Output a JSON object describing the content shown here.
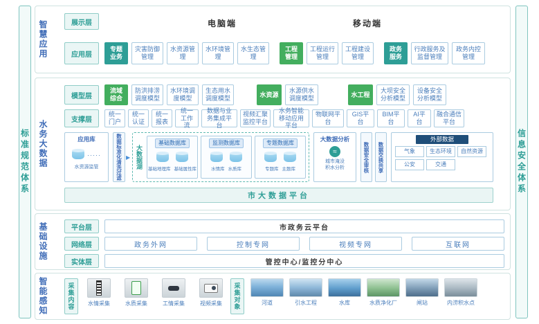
{
  "pillars": {
    "left": "标准规范体系",
    "right": "信息安全体系"
  },
  "icons": {
    "arrow": "▶",
    "wave": "≈"
  },
  "smart_app": {
    "title": "智慧应用",
    "display": {
      "label": "展示层",
      "pc": "电脑端",
      "mobile": "移动端"
    },
    "app": {
      "label": "应用层",
      "lead1": "专题业务",
      "items1": [
        "灾害防御管理",
        "水资源管理",
        "水环境管理",
        "水生态管理"
      ],
      "lead2": "工程管理",
      "items2": [
        "工程运行管理",
        "工程建设管理"
      ],
      "lead3": "政务服务",
      "items3": [
        "行政服务及监督管理",
        "政务内控管理"
      ]
    }
  },
  "big_data": {
    "title": "水务大数据",
    "model": {
      "label": "模型层",
      "lead1": "流域综合",
      "items1": [
        "防洪排涝调度模型",
        "水环境调度模型",
        "生态用水调度模型"
      ],
      "lead2": "水资源",
      "items2": [
        "水源供水调度模型"
      ],
      "lead3": "水工程",
      "items3": [
        "大坝安全分析模型",
        "设备安全分析模型"
      ]
    },
    "support": {
      "label": "支撑层",
      "items": [
        "统一门户",
        "统一认证",
        "统一报表",
        "统一工作流",
        "数据与业务集成平台",
        "视频汇聚监控平台",
        "水务智能移动应用平台",
        "物联网平台",
        "GIS平台",
        "BIM平台",
        "AI平台",
        "融合通信平台"
      ]
    },
    "flow": {
      "app_store": {
        "title": "应用库",
        "dots": "·····",
        "caption": "水资源监管"
      },
      "cleanse": "数据标准化清洗过滤",
      "lake": {
        "label": "大数据湖",
        "groups": [
          {
            "title": "基础数据库",
            "captions": [
              "基础地理库",
              "基础属性库"
            ]
          },
          {
            "title": "监测数据库",
            "captions": [
              "水情库",
              "水质库"
            ]
          },
          {
            "title": "专题数据库",
            "captions": [
              "专题库",
              "主题库"
            ]
          }
        ]
      },
      "analysis": {
        "title": "大数据分析",
        "caption": "城市淹没积水分析"
      },
      "audit": "数据安全审核",
      "exchange": "数据交换共享",
      "external": {
        "title": "外部数据",
        "items": [
          "气象",
          "生态环境",
          "自然资源",
          "公安",
          "交通"
        ]
      },
      "bar": "市大数据平台"
    }
  },
  "infra": {
    "title": "基础设施",
    "platform": {
      "label": "平台层",
      "item": "市政务云平台"
    },
    "network": {
      "label": "网络层",
      "items": [
        "政务外网",
        "控制专网",
        "视频专网",
        "互联网"
      ]
    },
    "entity": {
      "label": "实体层",
      "item": "管控中心/监控分中心"
    }
  },
  "sensing": {
    "title": "智能感知",
    "content": {
      "label": "采集内容",
      "items": [
        "水情采集",
        "水质采集",
        "工情采集",
        "视频采集"
      ]
    },
    "objects": {
      "label": "采集对象",
      "items": [
        "河道",
        "引水工程",
        "水库",
        "水质净化厂",
        "闸站",
        "内涝积水点"
      ]
    }
  }
}
